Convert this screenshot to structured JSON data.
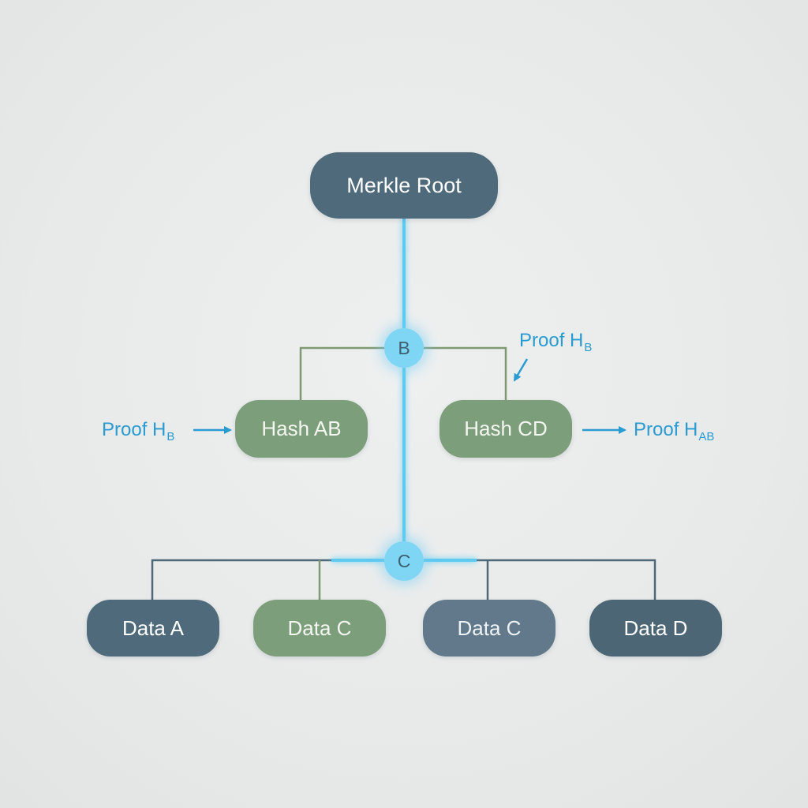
{
  "nodes": {
    "root": "Merkle Root",
    "hash_ab": "Hash AB",
    "hash_cd": "Hash CD",
    "data_a": "Data A",
    "data_c_green": "Data C",
    "data_c_slate": "Data C",
    "data_d": "Data D"
  },
  "junctions": {
    "b": "B",
    "c": "C"
  },
  "proofs": {
    "left": {
      "text": "Proof H",
      "sub": "B"
    },
    "top": {
      "text": "Proof H",
      "sub": "B"
    },
    "right": {
      "text": "Proof H",
      "sub": "AB"
    }
  },
  "colors": {
    "highlight_path": "#5fcaf0",
    "green_link": "#7f9a73",
    "dark_link": "#4e6878",
    "proof_text": "#2a9bd1"
  }
}
